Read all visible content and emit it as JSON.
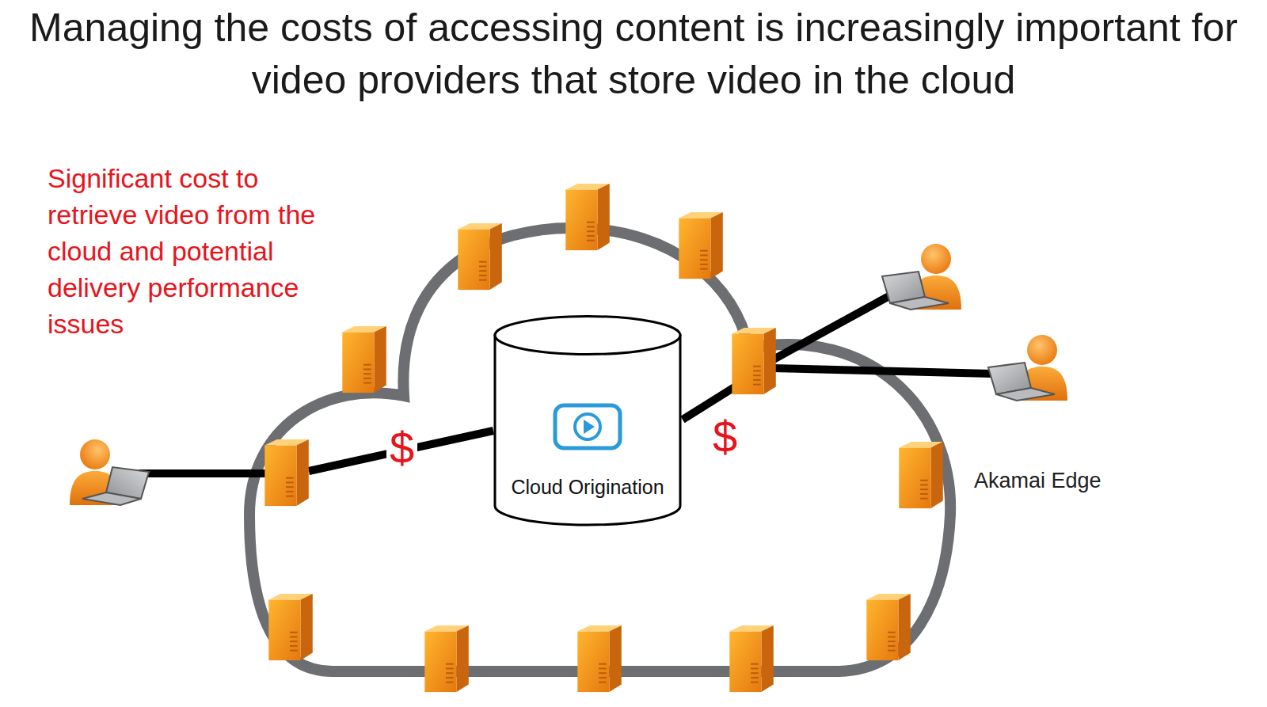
{
  "diagram": {
    "title": "Managing the costs of accessing content is increasingly important for video providers that store video in the cloud",
    "nodes": [
      {
        "text": [
          "Cloud Origination"
        ]
      }
    ],
    "labels": [
      "Significant cost to retrieve video from the cloud and potential delivery performance issues",
      "$",
      "$",
      "Akamai Edge"
    ]
  }
}
